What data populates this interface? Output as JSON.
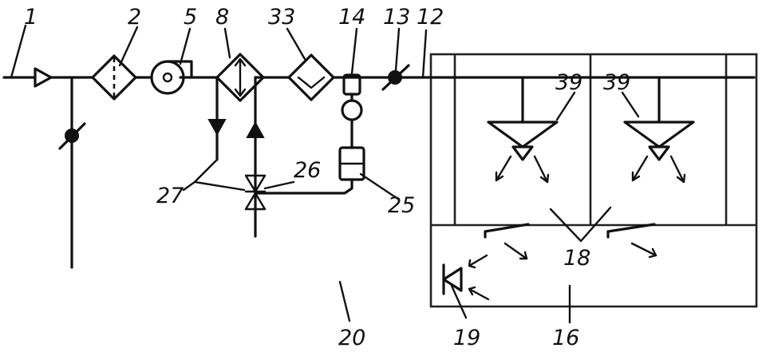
{
  "labels": {
    "l1": "1",
    "l2": "2",
    "l5": "5",
    "l8": "8",
    "l33": "33",
    "l14": "14",
    "l13": "13",
    "l12": "12",
    "l39a": "39",
    "l39b": "39",
    "l27": "27",
    "l26": "26",
    "l25": "25",
    "l18": "18",
    "l20": "20",
    "l19": "19",
    "l16": "16"
  }
}
